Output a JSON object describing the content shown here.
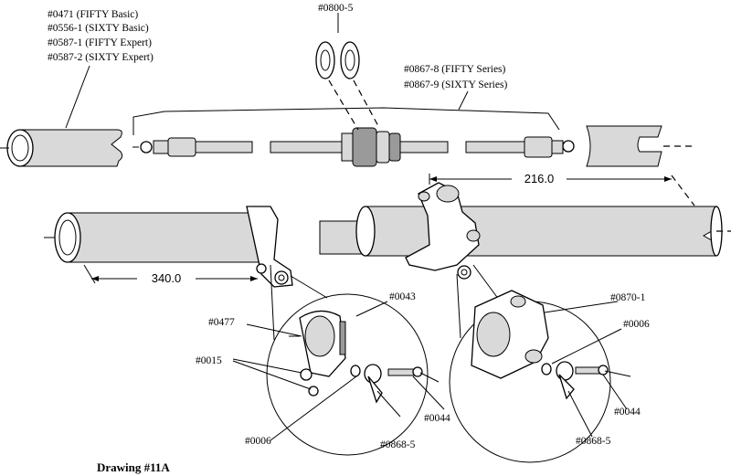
{
  "labels": {
    "p0471": "#0471 (FIFTY Basic)",
    "p0556": "#0556-1 (SIXTY Basic)",
    "p0587_1": "#0587-1 (FIFTY Expert)",
    "p0587_2": "#0587-2 (SIXTY Expert)",
    "p0800": "#0800-5",
    "p0867_8": "#0867-8 (FIFTY Series)",
    "p0867_9": "#0867-9 (SIXTY Series)",
    "p0043": "#0043",
    "p0870": "#0870-1",
    "p0477": "#0477",
    "p0006_right": "#0006",
    "p0015": "#0015",
    "p0044_left": "#0044",
    "p0044_right": "#0044",
    "p0006_left": "#0006",
    "p0868_left": "#0868-5",
    "p0868_right": "#0868-5"
  },
  "dimensions": {
    "d216": "216.0",
    "d340": "340.0"
  },
  "caption": "Drawing #11A"
}
